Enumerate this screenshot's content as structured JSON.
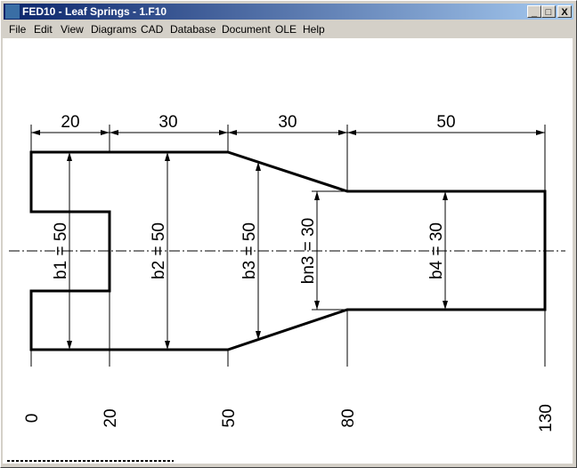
{
  "window": {
    "title": "FED10 - Leaf Springs  -  1.F10",
    "minimize": "_",
    "maximize": "□",
    "close": "X"
  },
  "menu": [
    "File",
    "Edit",
    "View",
    "Diagrams",
    "CAD",
    "Database",
    "Document",
    "OLE",
    "Help"
  ],
  "drawing": {
    "top_dims": [
      "20",
      "30",
      "30",
      "50"
    ],
    "width_labels": [
      "b1 = 50",
      "b2 = 50",
      "b3 = 50",
      "bn3 = 30",
      "b4 = 30"
    ],
    "positions": [
      "0",
      "20",
      "50",
      "80",
      "130"
    ]
  }
}
